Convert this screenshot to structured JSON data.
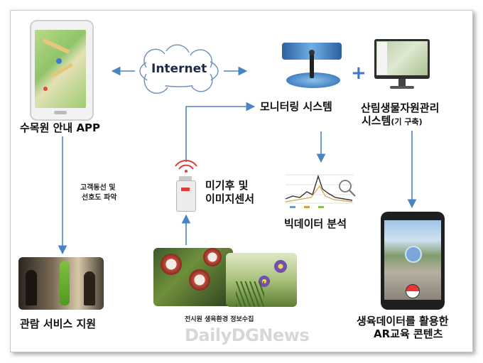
{
  "nodes": {
    "app": "수목원 안내 APP",
    "internet": "Internet",
    "monitoring": "모니터링 시스템",
    "forest_line1": "산림생물자원관리",
    "forest_line2_main": "시스템",
    "forest_line2_note": "(기 구축)",
    "sensor_line1": "미기후 및",
    "sensor_line2": "이미지센서",
    "bigdata": "빅데이터 분석",
    "service": "관람 서비스 지원",
    "ar_line1": "생육데이터를 활용한",
    "ar_line2": "AR교육 콘텐츠",
    "collect": "전시원 생육환경 정보수집"
  },
  "edge_labels": {
    "analysis_line1": "고객동선 및",
    "analysis_line2": "선호도 파악"
  },
  "plus_sign": "+",
  "watermark": "DailyDGNews",
  "colors": {
    "arrow": "#4a84c4",
    "accent_blue": "#2b6fb8"
  }
}
